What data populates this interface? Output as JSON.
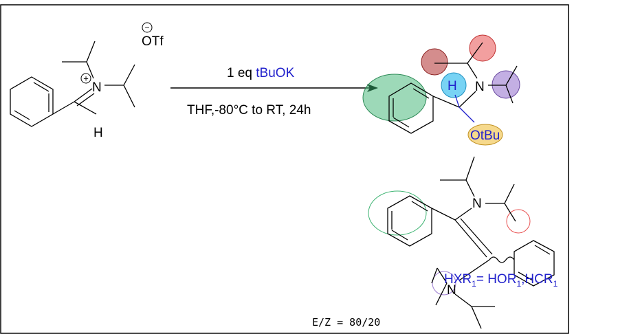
{
  "reactant": {
    "counterion": "OTf",
    "charge_minus": "−",
    "charge_plus": "+",
    "nitrogen": "N",
    "hydrogen": "H"
  },
  "conditions": {
    "reagent_prefix": "1 eq ",
    "reagent_name": "tBuOK",
    "solvent_temp_time": "THF,-80°C to RT, 24h"
  },
  "product1": {
    "hydrogen": "H",
    "nitrogen": "N",
    "alkoxy": "OtBu"
  },
  "product2": {
    "nitrogen_top": "N",
    "nitrogen_bottom": "N",
    "hx_label": "HX",
    "r_label": "R",
    "r_subscript": "1",
    "equals": "= HOR",
    "r2_subscript": "1",
    "comma_hcr": ",HCR",
    "r3_subscript": "1"
  },
  "ratio": "E/Z = 80/20",
  "highlight_colors": {
    "green": "#3cb371",
    "red": "#e85050",
    "darkred": "#b03030",
    "blue": "#3fc0f0",
    "purple": "#9b7ad0",
    "yellow": "#f0c040"
  }
}
